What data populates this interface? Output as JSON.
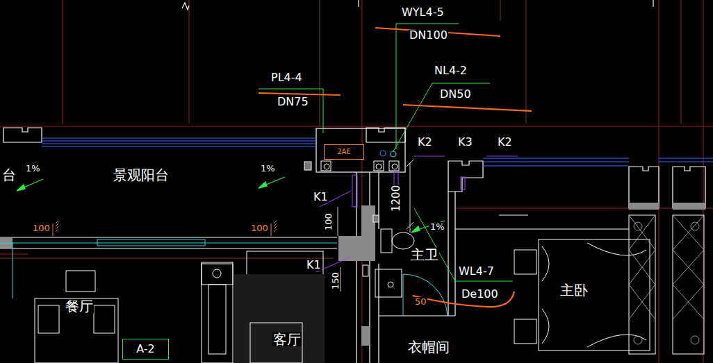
{
  "diagram": {
    "nodes": [
      {
        "text": [
          "2AE"
        ]
      },
      {
        "text": [
          "A-2"
        ]
      }
    ],
    "labels": [
      "WYL4-5",
      "DN100",
      "PL4-4",
      "DN75",
      "NL4-2",
      "DN50",
      "K2",
      "K3",
      "K2",
      "景观阳台",
      "台",
      "1%",
      "1%",
      "K1",
      "1200",
      "100",
      "100",
      "100",
      "主卫",
      "K1",
      "150",
      "1%",
      "WL4-7",
      "De100",
      "50",
      "主卧",
      "餐厅",
      "客厅",
      "衣帽间"
    ]
  }
}
